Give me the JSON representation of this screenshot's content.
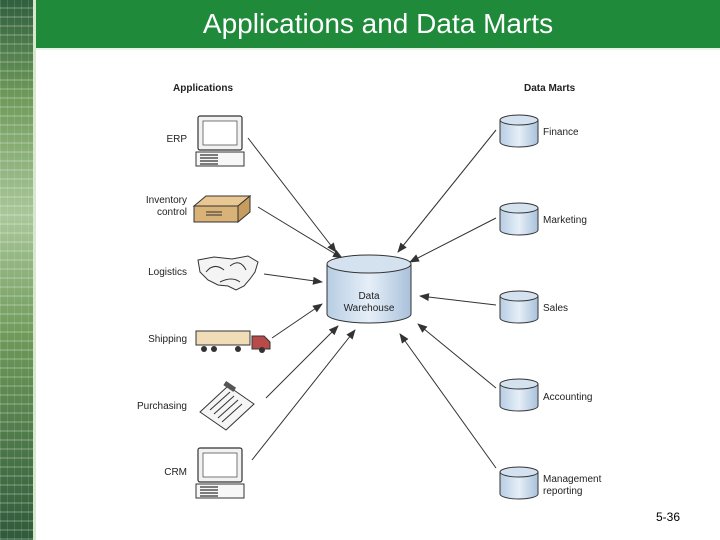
{
  "slide": {
    "title": "Applications and Data Marts",
    "page_number": "5-36"
  },
  "diagram": {
    "applications_heading": "Applications",
    "data_marts_heading": "Data Marts",
    "warehouse_label_line1": "Data",
    "warehouse_label_line2": "Warehouse",
    "applications": [
      {
        "label_lines": [
          "ERP"
        ],
        "icon": "computer-icon"
      },
      {
        "label_lines": [
          "Inventory",
          "control"
        ],
        "icon": "box-icon"
      },
      {
        "label_lines": [
          "Logistics"
        ],
        "icon": "us-map-icon"
      },
      {
        "label_lines": [
          "Shipping"
        ],
        "icon": "truck-icon"
      },
      {
        "label_lines": [
          "Purchasing"
        ],
        "icon": "clipboard-icon"
      },
      {
        "label_lines": [
          "CRM"
        ],
        "icon": "computer-icon"
      }
    ],
    "data_marts": [
      {
        "label_lines": [
          "Finance"
        ]
      },
      {
        "label_lines": [
          "Marketing"
        ]
      },
      {
        "label_lines": [
          "Sales"
        ]
      },
      {
        "label_lines": [
          "Accounting"
        ]
      },
      {
        "label_lines": [
          "Management",
          "reporting"
        ]
      }
    ]
  }
}
